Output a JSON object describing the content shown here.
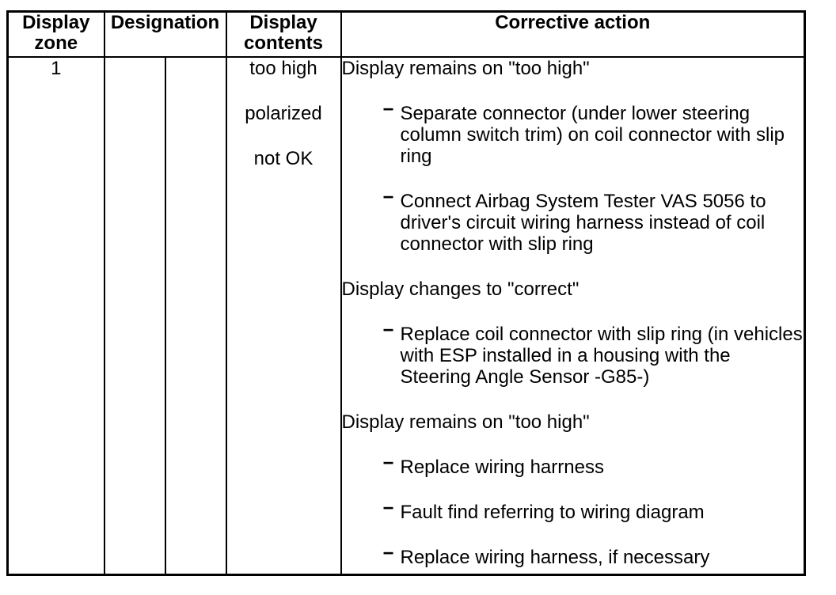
{
  "table": {
    "headers": {
      "display_zone": "Display zone",
      "designation": "Designation",
      "display_contents": "Display contents",
      "corrective_action": "Corrective action"
    },
    "row": {
      "display_zone": "1",
      "designation_a": "",
      "designation_b": "",
      "display_contents": [
        "too high",
        "polarized",
        "not OK"
      ],
      "corrective_action": [
        {
          "type": "status",
          "text": "Display remains on \"too high\""
        },
        {
          "type": "bullet",
          "text": "Separate connector (under lower steering column switch trim) on coil connector with slip ring"
        },
        {
          "type": "bullet",
          "text": "Connect Airbag System Tester VAS 5056 to driver's circuit wiring harness instead of coil connector with slip ring"
        },
        {
          "type": "status",
          "text": "Display changes to \"correct\""
        },
        {
          "type": "bullet",
          "text": "Replace coil connector with slip ring (in vehicles with ESP installed in a housing with the Steering Angle Sensor -G85-)"
        },
        {
          "type": "status",
          "text": "Display remains on \"too high\""
        },
        {
          "type": "bullet",
          "text": "Replace wiring harrness"
        },
        {
          "type": "bullet",
          "text": "Fault find referring to wiring diagram"
        },
        {
          "type": "bullet",
          "text": "Replace wiring harness, if necessary"
        }
      ]
    },
    "glyphs": {
      "bullet_dash": "−"
    },
    "colors": {
      "ink": "#000000",
      "paper": "#ffffff"
    }
  }
}
